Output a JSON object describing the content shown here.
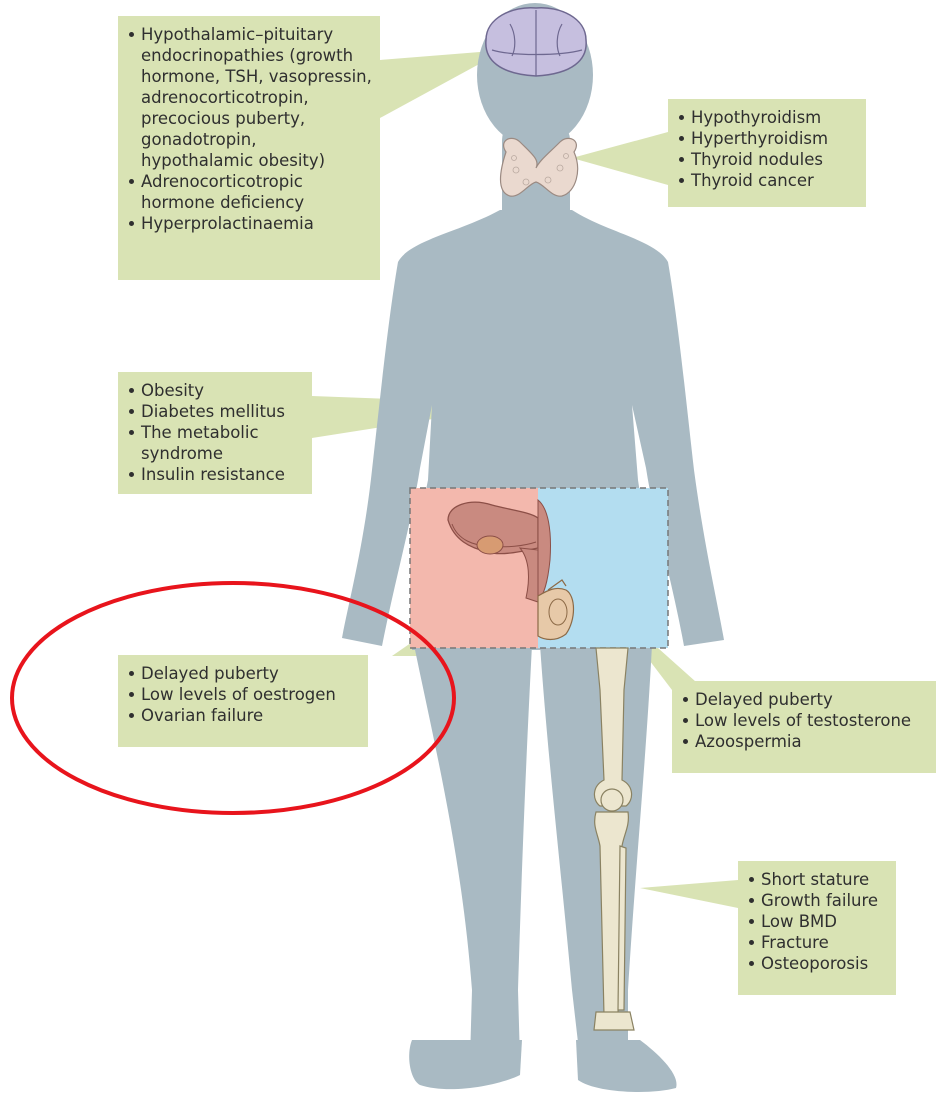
{
  "figure": {
    "colors": {
      "body_silhouette": "#a9bac3",
      "label_box": "#d9e3b4",
      "female_region": "#f3b8ad",
      "male_region": "#b3ddf0",
      "highlight_ellipse": "#e8141c",
      "bone": "#ece6cf",
      "brain": "#c6bfdf",
      "thyroid": "#ead9cf"
    },
    "icons": [
      "brain-icon",
      "thyroid-icon",
      "uterus-ovaries-icon",
      "male-genitalia-icon",
      "leg-bones-icon"
    ],
    "callouts": [
      {
        "id": "pituitary",
        "items": [
          "Hypothalamic–pituitary endocrinopathies (growth hormone, TSH, vasopressin, adrenocorticotropin, precocious puberty, gonadotropin, hypothalamic obesity)",
          "Adrenocorticotropic hormone deficiency",
          "Hyperprolactinaemia"
        ]
      },
      {
        "id": "thyroid",
        "items": [
          "Hypothyroidism",
          "Hyperthyroidism",
          "Thyroid nodules",
          "Thyroid cancer"
        ]
      },
      {
        "id": "metabolic",
        "items": [
          "Obesity",
          "Diabetes mellitus",
          "The metabolic syndrome",
          "Insulin resistance"
        ]
      },
      {
        "id": "female-gonadal",
        "items": [
          "Delayed puberty",
          "Low levels of oestrogen",
          "Ovarian failure"
        ]
      },
      {
        "id": "male-gonadal",
        "items": [
          "Delayed puberty",
          "Low levels of testosterone",
          "Azoospermia"
        ]
      },
      {
        "id": "bone",
        "items": [
          "Short stature",
          "Growth failure",
          "Low BMD",
          "Fracture",
          "Osteoporosis"
        ]
      }
    ]
  }
}
